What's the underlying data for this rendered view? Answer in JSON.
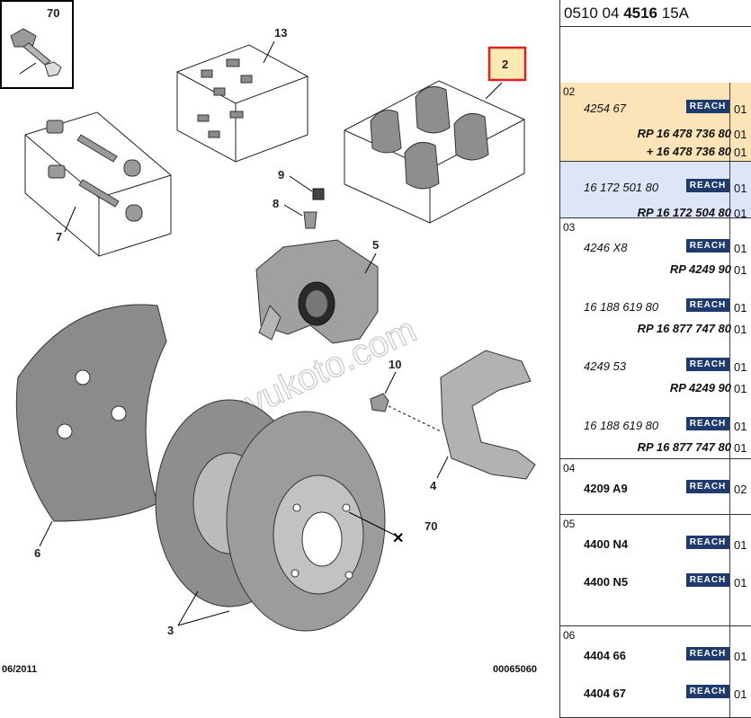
{
  "header": {
    "prefix": "0510 04 ",
    "bold": "4516",
    "suffix": " 15A"
  },
  "diagram": {
    "date": "06/2011",
    "code": "00065060",
    "watermark": "duyukoto.com",
    "callouts": [
      "70",
      "13",
      "2",
      "7",
      "9",
      "8",
      "5",
      "10",
      "4",
      "6",
      "70",
      "3"
    ]
  },
  "reach_label": "REACH",
  "groups": [
    {
      "num": "02",
      "bg": "#fde3b8",
      "lines": [
        {
          "ref": "4254 67",
          "reach": true,
          "qty": "01"
        },
        {
          "ref": "RP 16 478 736 80",
          "qty": "01"
        },
        {
          "ref": "+ 16 478 736 80",
          "qty": "01"
        }
      ]
    },
    {
      "num": "",
      "bg": "#dce6f8",
      "lines": [
        {
          "ref": "16 172 501 80",
          "reach": true,
          "qty": "01"
        },
        {
          "ref": "RP 16 172 504 80",
          "qty": "01"
        }
      ]
    },
    {
      "num": "03",
      "bg": "#ffffff",
      "lines": [
        {
          "ref": "4246 X8",
          "reach": true,
          "qty": "01"
        },
        {
          "ref": "RP 4249 90",
          "qty": "01"
        },
        {
          "ref": "16 188 619 80",
          "reach": true,
          "qty": "01"
        },
        {
          "ref": "RP 16 877 747 80",
          "qty": "01"
        },
        {
          "ref": "4249 53",
          "reach": true,
          "qty": "01"
        },
        {
          "ref": "RP 4249 90",
          "qty": "01"
        },
        {
          "ref": "16 188 619 80",
          "reach": true,
          "qty": "01"
        },
        {
          "ref": "RP 16 877 747 80",
          "qty": "01"
        }
      ]
    },
    {
      "num": "04",
      "bg": "#ffffff",
      "lines": [
        {
          "ref": "4209 A9",
          "reach": true,
          "qty": "02"
        }
      ]
    },
    {
      "num": "05",
      "bg": "#ffffff",
      "lines": [
        {
          "ref": "4400 N4",
          "reach": true,
          "qty": "01"
        },
        {
          "ref": "4400 N5",
          "reach": true,
          "qty": "01"
        }
      ]
    },
    {
      "num": "06",
      "bg": "#ffffff",
      "lines": [
        {
          "ref": "4404 66",
          "reach": true,
          "qty": "01"
        },
        {
          "ref": "4404 67",
          "reach": true,
          "qty": "01"
        }
      ]
    }
  ]
}
